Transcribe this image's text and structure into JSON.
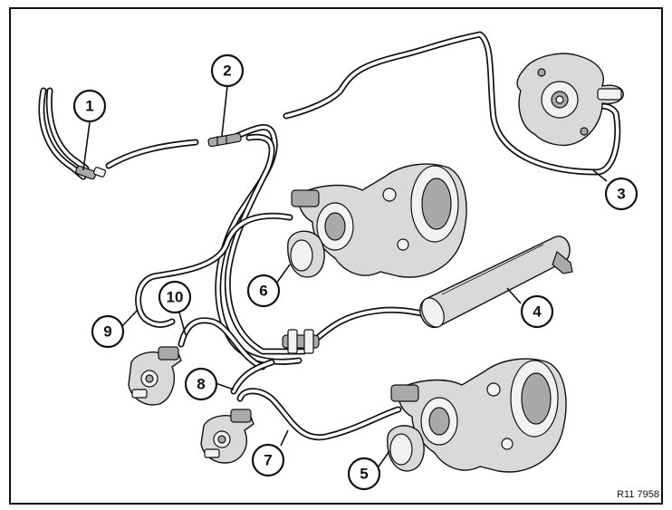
{
  "callouts": [
    {
      "id": "1",
      "label": "1"
    },
    {
      "id": "2",
      "label": "2"
    },
    {
      "id": "3",
      "label": "3"
    },
    {
      "id": "4",
      "label": "4"
    },
    {
      "id": "5",
      "label": "5"
    },
    {
      "id": "6",
      "label": "6"
    },
    {
      "id": "7",
      "label": "7"
    },
    {
      "id": "8",
      "label": "8"
    },
    {
      "id": "9",
      "label": "9"
    },
    {
      "id": "10",
      "label": "10"
    }
  ],
  "reference_code": "R11 7958",
  "colors": {
    "line": "#111111",
    "part_fill": "#d9d9d9",
    "background": "#ffffff"
  }
}
